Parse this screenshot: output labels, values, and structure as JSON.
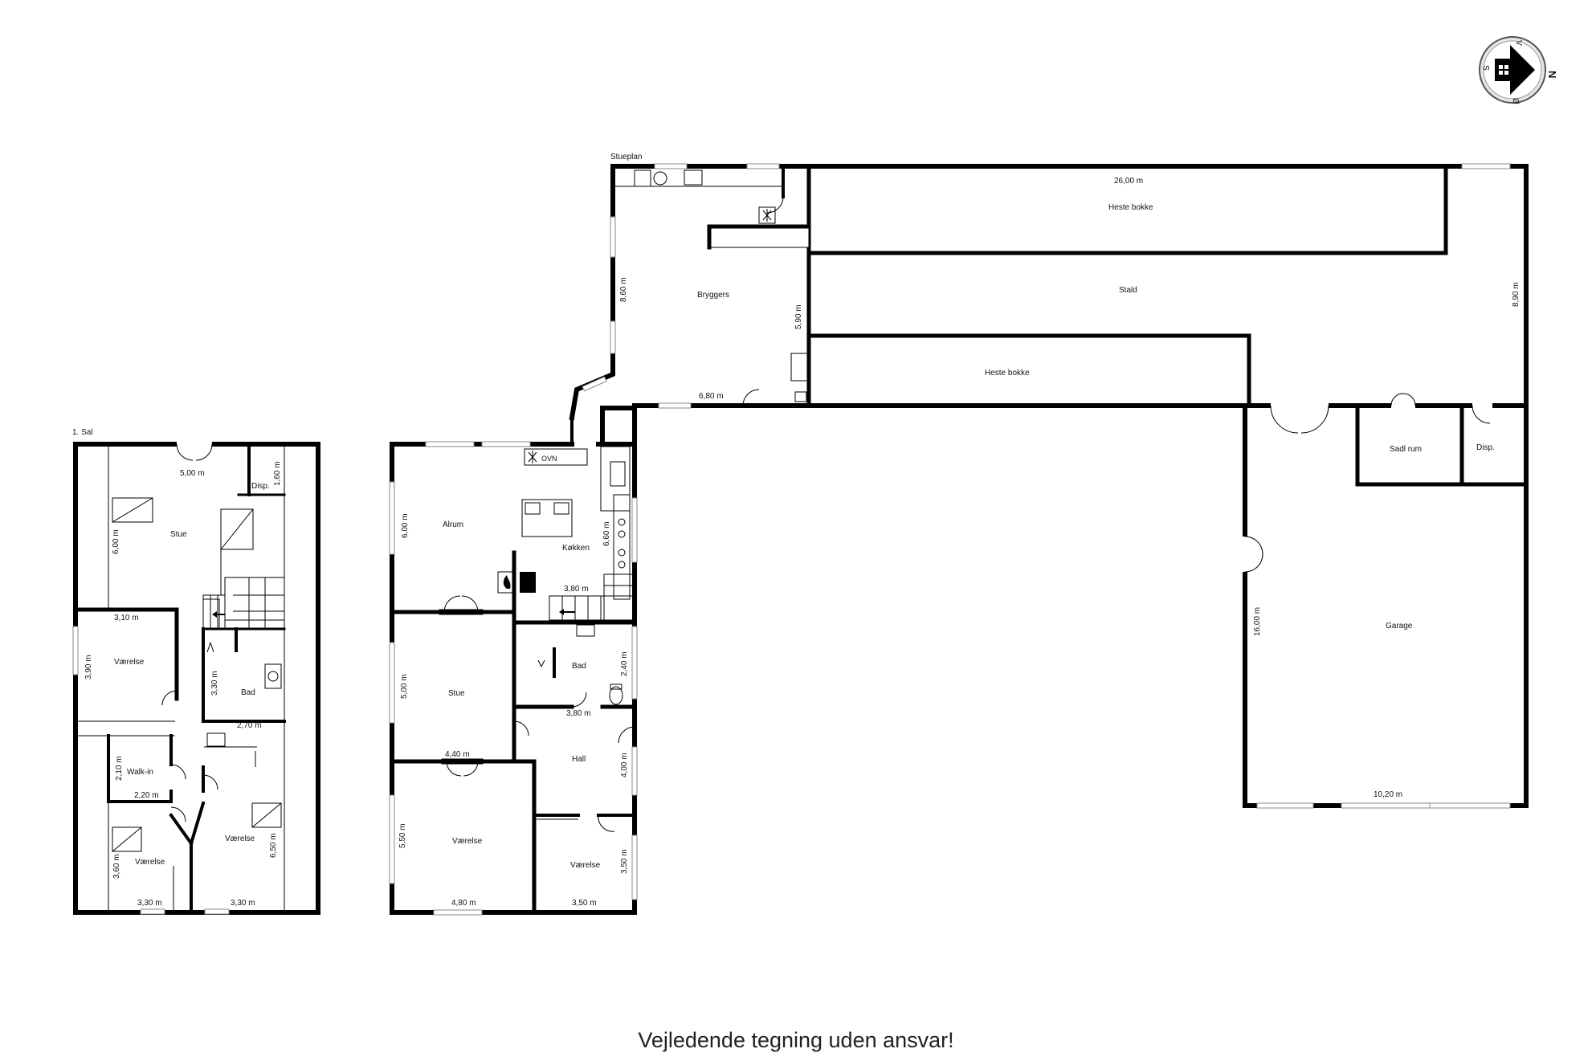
{
  "floors": {
    "first_floor_label": "1. Sal",
    "ground_floor_label": "Stueplan"
  },
  "rooms": {
    "stue_1": "Stue",
    "disp_1": "Disp.",
    "vaerelse_1a": "Værelse",
    "bad_1": "Bad",
    "walkin": "Walk-in",
    "vaerelse_1b": "Værelse",
    "vaerelse_1c": "Værelse",
    "alrum": "Alrum",
    "koekken": "Køkken",
    "ovn": "OVN",
    "stue_g": "Stue",
    "bad_g": "Bad",
    "hall": "Hall",
    "vaerelse_g1": "Værelse",
    "vaerelse_g2": "Værelse",
    "bryggers": "Bryggers",
    "heste_bokke_top": "Heste bokke",
    "stald": "Stald",
    "heste_bokke_mid": "Heste bokke",
    "sadl_rum": "Sadl rum",
    "disp_g": "Disp.",
    "garage": "Garage"
  },
  "dimensions": {
    "d_500_top": "5,00 m",
    "d_160": "1,60 m",
    "d_600_l": "6,00 m",
    "d_310": "3,10 m",
    "d_390": "3,90 m",
    "d_330_v": "3,30 m",
    "d_270": "2,70 m",
    "d_210": "2,10 m",
    "d_220": "2,20 m",
    "d_360": "3,60 m",
    "d_650": "6,50 m",
    "d_330_b1": "3,30 m",
    "d_330_b2": "3,30 m",
    "d_600_alrum": "6,00 m",
    "d_660": "6,60 m",
    "d_380_k": "3,80 m",
    "d_500_stue": "5,00 m",
    "d_240": "2,40 m",
    "d_380_bad": "3,80 m",
    "d_440": "4,40 m",
    "d_400": "4,00 m",
    "d_550": "5,50 m",
    "d_350_v": "3,50 m",
    "d_480": "4,80 m",
    "d_350_b": "3,50 m",
    "d_860": "8,60 m",
    "d_590": "5,90 m",
    "d_680": "6,80 m",
    "d_2600": "26,00 m",
    "d_890": "8,90 m",
    "d_1600": "16,00 m",
    "d_1020": "10,20 m"
  },
  "compass": {
    "n": "N",
    "s": "S",
    "o": "Ø",
    "v": "V"
  },
  "disclaimer": "Vejledende tegning uden ansvar!"
}
